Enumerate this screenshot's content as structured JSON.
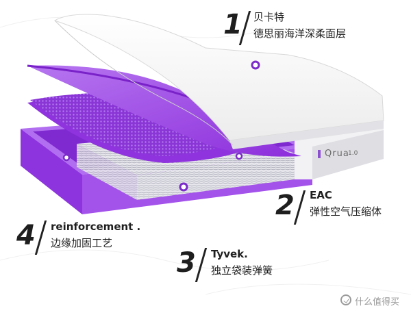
{
  "callouts": [
    {
      "number": "1",
      "line1": "贝卡特",
      "line2": "德思丽海洋深柔面层"
    },
    {
      "number": "2",
      "line1": "EAC",
      "line2": "弹性空气压缩体"
    },
    {
      "number": "3",
      "line1": "Tyvek.",
      "line2": "独立袋装弹簧"
    },
    {
      "number": "4",
      "line1": "reinforcement .",
      "line2": "边缘加固工艺"
    }
  ],
  "brand": {
    "name": "Qrua",
    "version": "1.0"
  },
  "watermark": {
    "text": "什么值得买",
    "icon": "zhi-checkmark-icon"
  },
  "colors": {
    "purple": "#9a3fe6",
    "purple_dark": "#6b1fb0",
    "cover_white": "#f4f4f4",
    "spring_grey": "#cfcfd6",
    "dot_outline": "#7a2bc8"
  }
}
